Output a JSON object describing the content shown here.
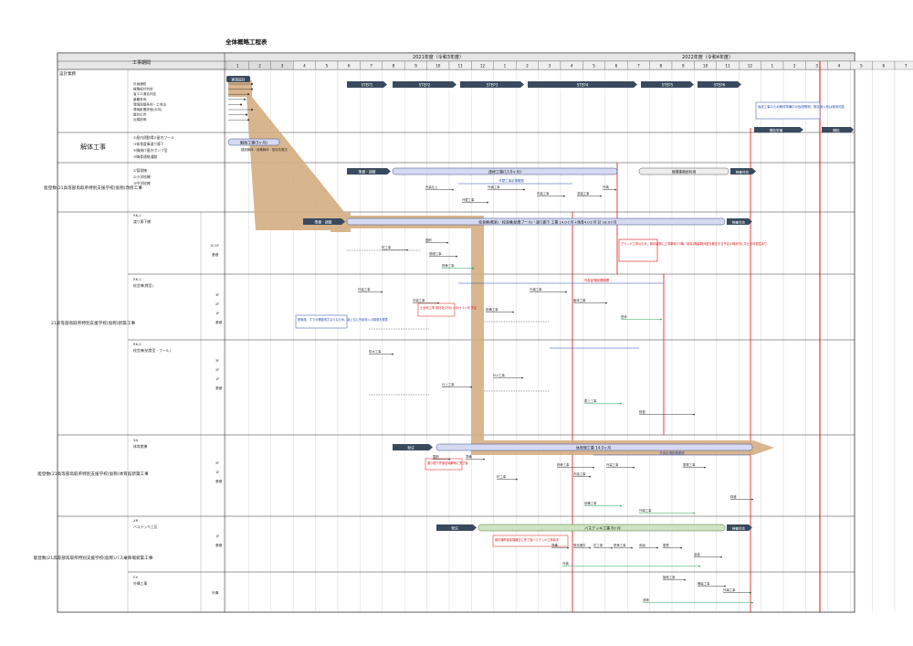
{
  "title": "全体概略工程表",
  "header": {
    "period_label": "工事期間",
    "fy2021": "2021年度（令和3年度）",
    "fy2022": "2022年度（令和4年度）",
    "months_2020": [
      "1",
      "2",
      "3"
    ],
    "months_2021": [
      "4",
      "5",
      "6",
      "7",
      "8",
      "9",
      "10",
      "11",
      "12",
      "1",
      "2",
      "3"
    ],
    "months_2022": [
      "4",
      "5",
      "6",
      "7",
      "8",
      "9",
      "10",
      "11",
      "12",
      "1",
      "2",
      "3"
    ],
    "months_2023": [
      "4",
      "5",
      "6",
      "7"
    ]
  },
  "sections": {
    "design": {
      "label": "設計業務",
      "items": [
        "計画通知",
        "概略設計判定",
        "省エネ適合判定",
        "景観条例",
        "環境保護条例・土地法",
        "環境影響評価(大河)",
        "屋外広告",
        "近隣説明"
      ],
      "bar_design": "実施設計",
      "steps": [
        "STEP1",
        "STEP2",
        "STEP3",
        "STEP4",
        "STEP5",
        "STEP6"
      ],
      "note": "仮設工事のため解体準備中の仮設照明、既存消火栓は使用可能",
      "bar_prep": "開校準備",
      "bar_open": "開校"
    },
    "demolition": {
      "label": "解体工事",
      "items": [
        "①屋内運動場②屋内プール",
        "③体育倉庫渡り廊下",
        "④胸焼け屋外ポンプ室",
        "⑤胸骨連絡通路"
      ],
      "bar": "解体工事(5ヶ月)",
      "sub": "建設解体・設備解体・既存杭撤去"
    },
    "renovation": {
      "label": "能登数(21高等部鳥取県特別支援学校(仮称)改修工事",
      "items": [
        "①管理棟",
        "②小学校棟",
        "③中学校棟"
      ],
      "bar_prep": "準備・調整",
      "bar_main": "改修工事(13.0ヶ月)",
      "bar_site": "現場事務所利用",
      "bar_inspect": "検査対応",
      "note": "外壁工事足場期間",
      "tasks": [
        "内装仕上",
        "外構工事",
        "内装工事",
        "外壁工事",
        "塗装工事",
        "外構"
      ]
    },
    "new_build": {
      "label": "21高等部鳥取県特別支援学校(仮称)新築工事",
      "rk1": {
        "code": "RK-1",
        "name": "渡り廊下棟",
        "floors": [
          "1F/2F",
          "基礎"
        ]
      },
      "bar_prep": "準備・調整",
      "bar_main": "校舎棟(教室)・校舎棟(給食プール)・渡り廊下 工事 14.0ヶ月＋体育4.0ヶ月 計 18.0ヶ月",
      "bar_inspect": "検査対応",
      "rk_1": {
        "code": "RK-1",
        "name": "校舎棟(教室)",
        "floors": [
          "3F",
          "2F",
          "1F",
          "基礎"
        ]
      },
      "rk_2": {
        "code": "RK-2",
        "name": "校舎棟(給食室・プール)",
        "floors": [
          "3F",
          "2F",
          "1F",
          "基礎"
        ]
      },
      "note_red_1": "グランド工事のため、既存建物に工事車両で3階、既存2階建物外壁を撤去する予定の時系列に中止の可能性あり",
      "note_red_2": "土台地工事 前日社(2月)(ヶ月)＋1ヶ月 予定",
      "note_blue": "配管施、すでの移動得力ならなため、最上位に外部導入の構想を発表",
      "note_ext": "外部足場設置期間",
      "tasks": [
        "掘削",
        "杭工事",
        "基礎工事",
        "鉄骨工事",
        "外装工事",
        "内装工事",
        "設備工事",
        "外構工事",
        "躯体工事",
        "型枠",
        "防水工事",
        "仕上工事",
        "ELV工事",
        "屋上工事",
        "検査"
      ]
    },
    "gym": {
      "label": "能登数(21高等部鳥取県特別支援学校(仮称)体育館新築工事",
      "code": "XA",
      "name": "体育館棟",
      "floors": [
        "2F",
        "1F",
        "基礎"
      ],
      "bar_order": "発注",
      "bar_main": "体育館工事 14.0ヶ月",
      "note_red": "渡り廊下外部足場解体に完了後",
      "note_ext": "外部足場設置期間",
      "tasks": [
        "掘削",
        "準備",
        "杭工事",
        "鉄骨工事",
        "外装工事",
        "屋根工事",
        "内装工事",
        "設備工事",
        "外構工事",
        "検査"
      ]
    },
    "bus": {
      "label": "能登数(21高等部鳥取県特別支援学校(仮称)バス乗降場新築工事",
      "code": "XR",
      "name": "バスデッキ工区",
      "floors": [
        "1F",
        "基礎"
      ],
      "bar_order": "発注",
      "bar_main": "バスデッキ工事 8ヶ月",
      "bar_inspect": "検査対応",
      "note_red": "既存棟外部足場撤去に完了後バスデッキ工事着手",
      "tasks": [
        "準備",
        "既存撤去",
        "杭工事",
        "鉄骨工事",
        "床版",
        "屋根",
        "塗装",
        "外構"
      ]
    },
    "exterior": {
      "label": "",
      "code": "EX",
      "name": "外構工事",
      "floors": [
        "外構"
      ],
      "tasks": [
        "植栽工事",
        "舗装工事",
        "外構工事",
        "清掃"
      ]
    }
  }
}
